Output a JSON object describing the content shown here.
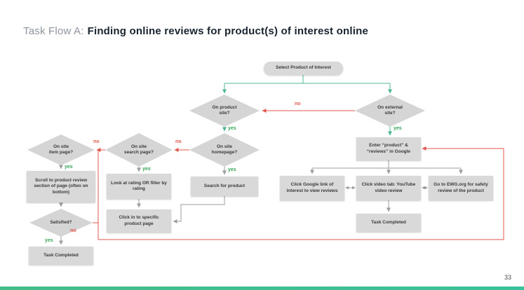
{
  "slide": {
    "title_prefix": "Task Flow A:",
    "title_bold": "Finding online reviews for product(s) of interest online",
    "page_number": "33"
  },
  "labels": {
    "yes": "yes",
    "no": "no"
  },
  "colors": {
    "yes_green": "#35a457",
    "no_red": "#e2574d",
    "shape_gray": "#d9d9d9",
    "accent_bar_green": "#44bd88"
  },
  "nodes": {
    "select_product": "Select Product of Interest",
    "on_product_site": "On product\nsite?",
    "on_external_site": "On external\nsite?",
    "on_site_item_page": "On site\nitem page?",
    "on_site_search_page": "On site\nsearch page?",
    "on_site_homepage": "On site\nhomepage?",
    "search_for_product": "Search for product",
    "look_at_rating": "Look at rating OR filter by\nrating",
    "click_into_product": "Click in to specific\nproduct page",
    "scroll_to_reviews": "Scroll to product review\nsection of page (often on\nbottom)",
    "satisfied": "Satisfied?",
    "task_completed_left": "Task Completed",
    "enter_google": "Enter “product” &\n“reviews” in Google",
    "click_google_link": "Click Google link of\ninterest to view reviews",
    "click_video_tab": "Click video tab: YouTube\nvideo review",
    "go_to_ewg": "Go to EWG.org for safety\nreview of the product",
    "task_completed_right": "Task Completed"
  }
}
